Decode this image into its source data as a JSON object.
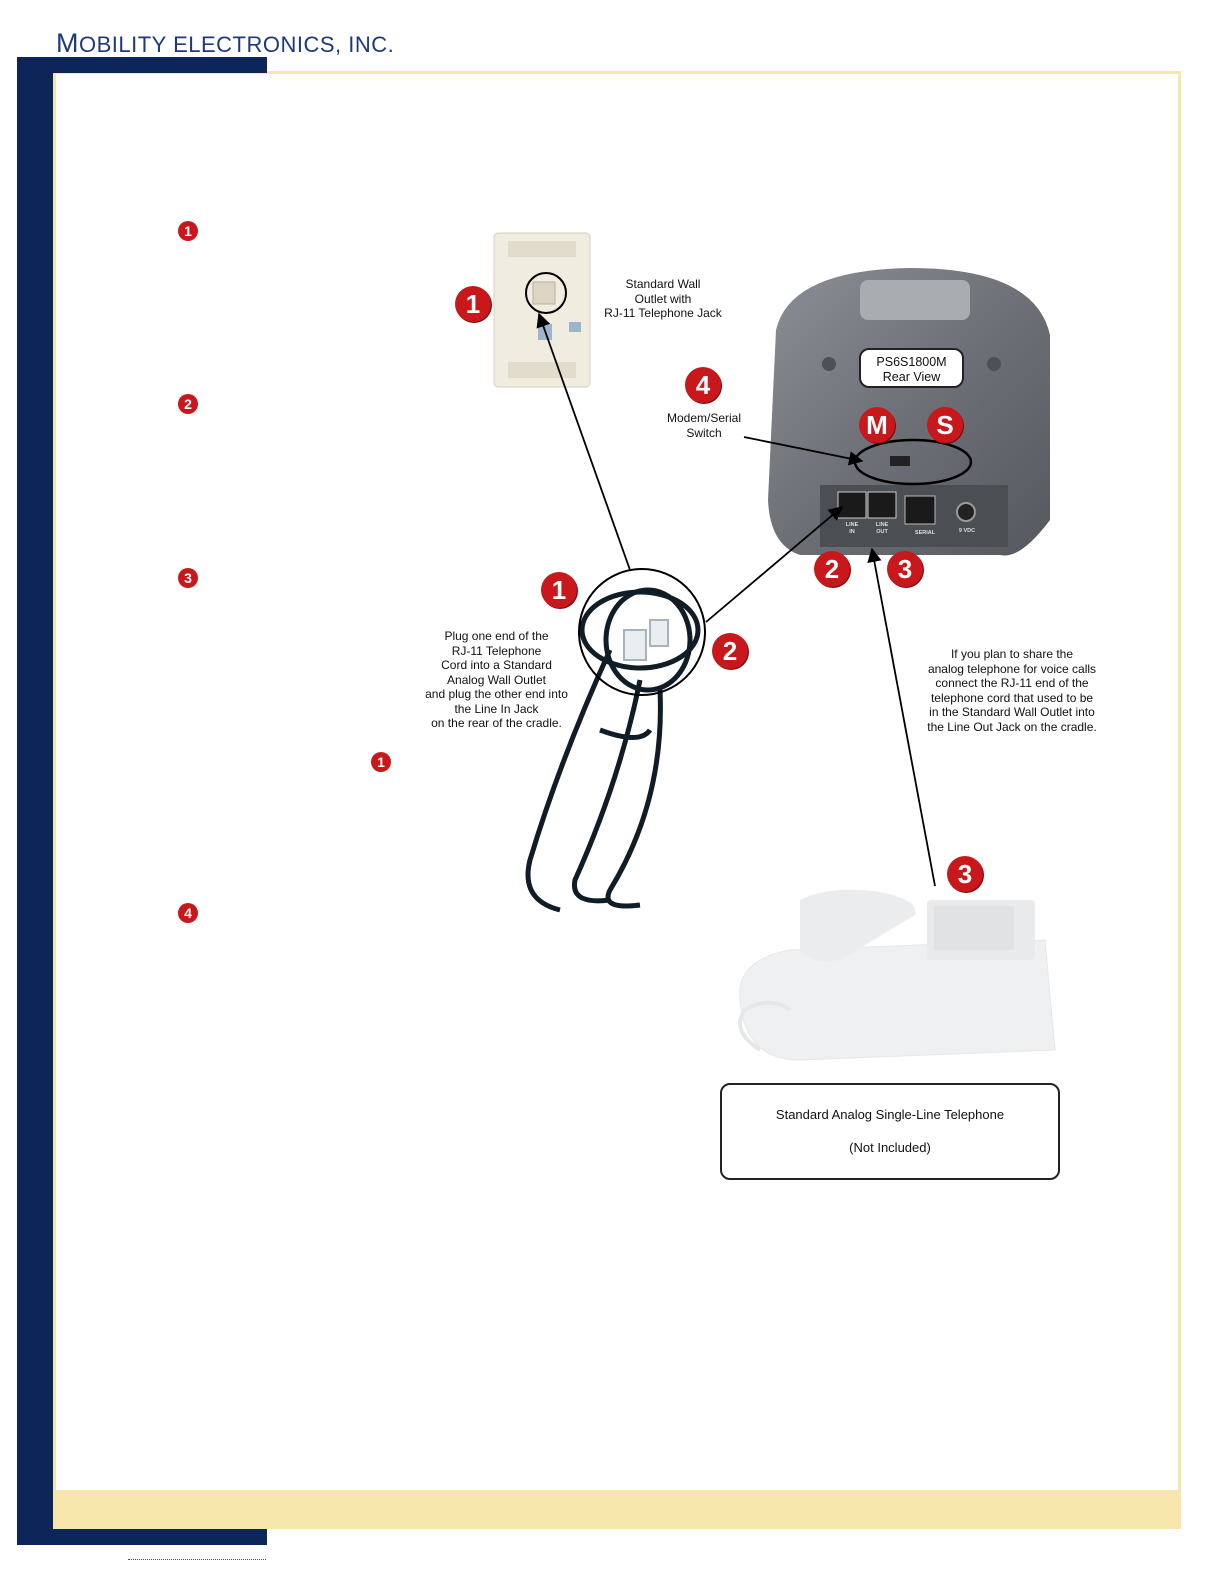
{
  "header": {
    "company_first": "M",
    "company_rest": "OBILITY ELECTRONICS, INC."
  },
  "side_bullets": [
    "1",
    "2",
    "3",
    "1",
    "4"
  ],
  "badges": {
    "outlet": "1",
    "cord": "1",
    "cord_line_in": "2",
    "switch": "4",
    "modem": "M",
    "serial": "S",
    "line_in": "2",
    "line_out": "3",
    "phone": "3"
  },
  "wall_outlet": {
    "label": "Standard Wall\nOutlet with\nRJ-11 Telephone Jack"
  },
  "cradle": {
    "box_line1": "PS6S1800M",
    "box_line2": "Rear View",
    "jack_line_in": "LINE\nIN",
    "jack_line_out": "LINE\nOUT",
    "jack_serial": "SERIAL",
    "jack_power": "9 VDC"
  },
  "switch_label": "Modem/Serial\nSwitch",
  "cord_instruction": "Plug one end of the\nRJ-11 Telephone\nCord into a Standard\nAnalog Wall Outlet\nand plug the other end into\nthe Line In Jack\non the rear of the cradle.",
  "share_instruction": "If you plan to share the\nanalog telephone for voice calls\nconnect the RJ-11 end of the\ntelephone cord that used to be\nin the Standard Wall Outlet into\nthe Line Out Jack on the cradle.",
  "phone_box": {
    "line1": "Standard Analog Single-Line Telephone",
    "line2": "(Not Included)"
  },
  "colors": {
    "navy": "#0d2559",
    "badge_red": "#c9181c",
    "cream": "#f7e7ad",
    "brand_text": "#1e3a7a"
  }
}
